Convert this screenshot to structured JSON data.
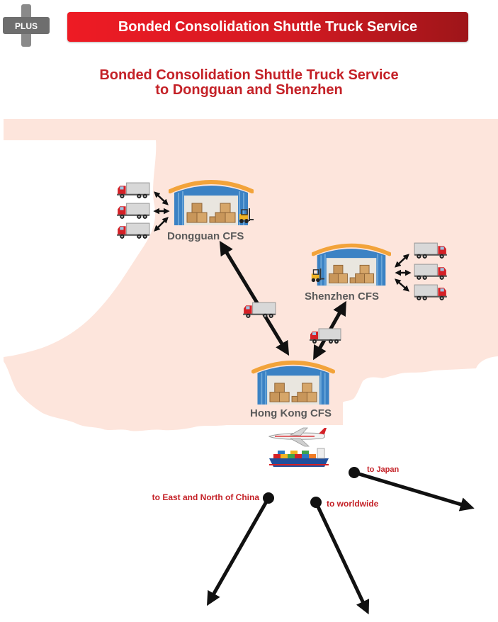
{
  "header": {
    "badge_label": "PLUS",
    "banner_title": "Bonded Consolidation Shuttle Truck Service"
  },
  "diagram": {
    "title_line1": "Bonded Consolidation Shuttle Truck Service",
    "title_line2": "to Dongguan and Shenzhen",
    "nodes": {
      "dongguan": "Dongguan CFS",
      "shenzhen": "Shenzhen CFS",
      "hongkong": "Hong Kong CFS"
    },
    "destinations": {
      "east_north_china": "to East and North of China",
      "worldwide": "to worldwide",
      "japan": "to Japan"
    }
  },
  "colors": {
    "land": "#fde5dc",
    "banner": "#d41a22",
    "title": "#c42127",
    "dest_label": "#c42127",
    "cfs_label": "#5a5a5a",
    "arrow": "#111111"
  }
}
